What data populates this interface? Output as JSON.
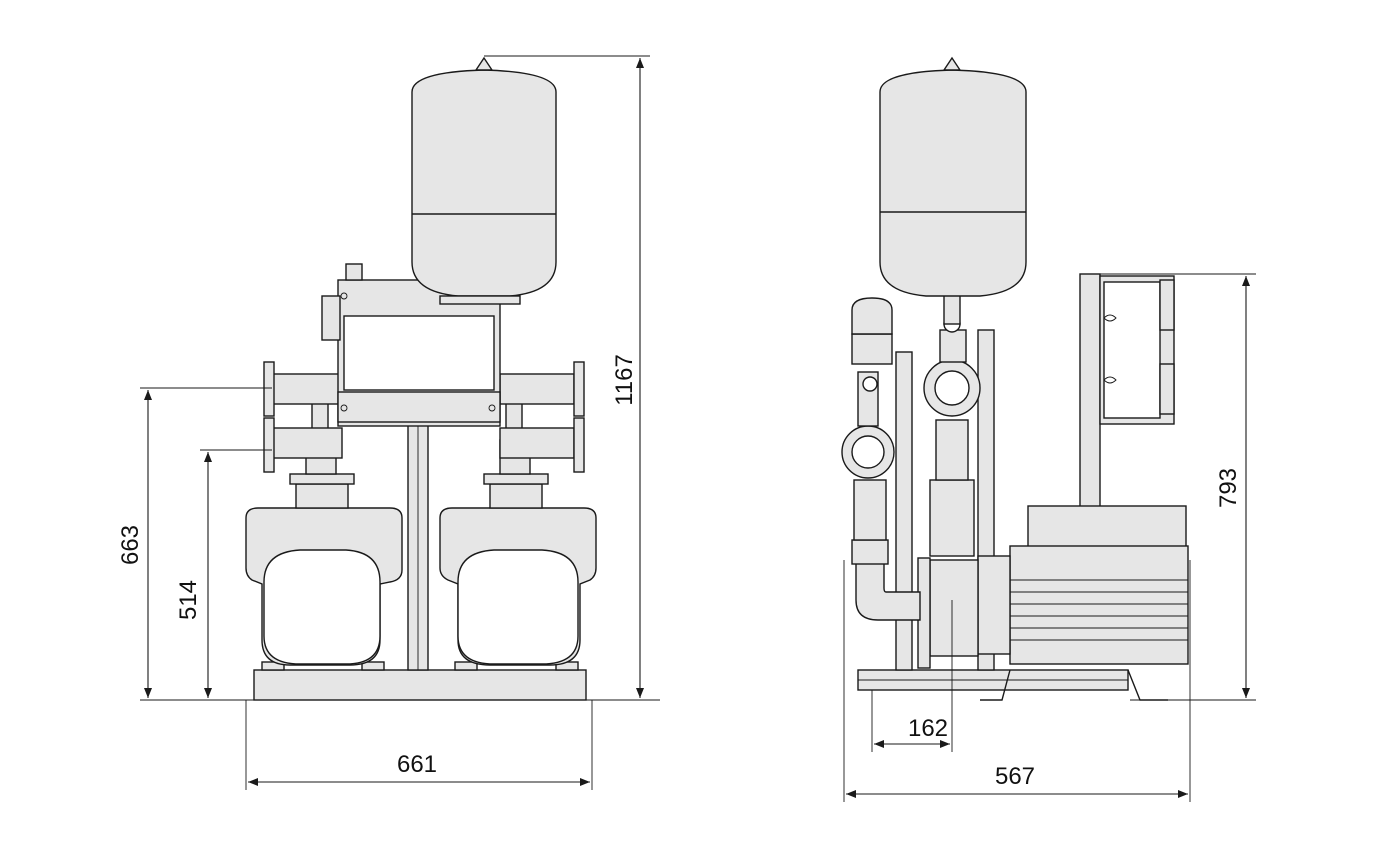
{
  "views": {
    "front": {
      "label": ""
    },
    "side": {
      "label": ""
    }
  },
  "dimensions": {
    "front_height_total": "1167",
    "front_height_outlet": "663",
    "front_height_inlet": "514",
    "front_width": "661",
    "side_height_controller": "793",
    "side_offset": "162",
    "side_depth": "567"
  },
  "colors": {
    "line": "#1a1a1a",
    "fill": "#e6e6e6",
    "background": "#ffffff"
  }
}
